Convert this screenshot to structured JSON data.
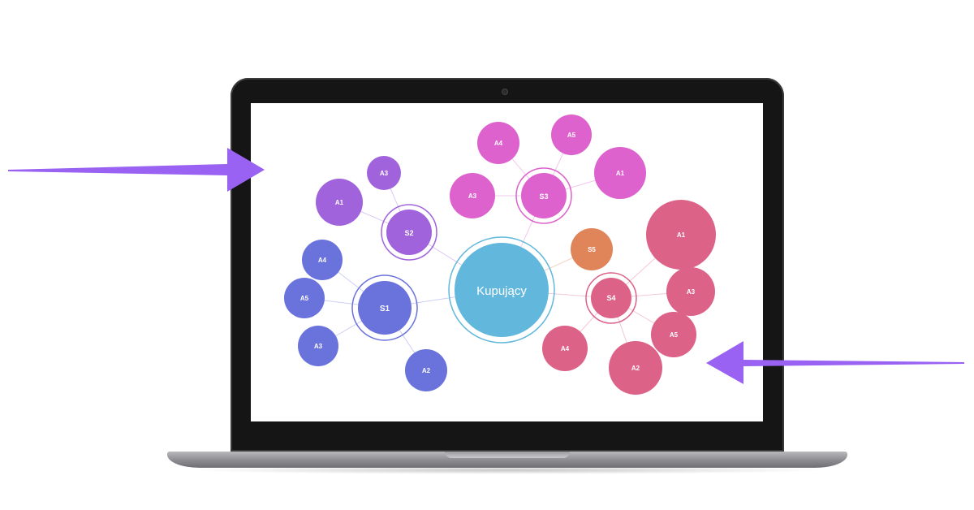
{
  "center": {
    "label": "Kupujący",
    "color": "#62b8dc",
    "ring": "#62b8dc"
  },
  "groups": [
    {
      "id": "S1",
      "label": "S1",
      "color": "#6a72dc",
      "children": [
        {
          "label": "A4"
        },
        {
          "label": "A5"
        },
        {
          "label": "A3"
        },
        {
          "label": "A2"
        }
      ]
    },
    {
      "id": "S2",
      "label": "S2",
      "color": "#a063dc",
      "children": [
        {
          "label": "A3"
        },
        {
          "label": "A1"
        }
      ]
    },
    {
      "id": "S3",
      "label": "S3",
      "color": "#dd62cd",
      "children": [
        {
          "label": "A4"
        },
        {
          "label": "A5"
        },
        {
          "label": "A1"
        },
        {
          "label": "A3"
        }
      ]
    },
    {
      "id": "S4",
      "label": "S4",
      "color": "#dc6288",
      "children": [
        {
          "label": "A1"
        },
        {
          "label": "A3"
        },
        {
          "label": "A5"
        },
        {
          "label": "A2"
        },
        {
          "label": "A4"
        }
      ]
    },
    {
      "id": "S5",
      "label": "S5",
      "color": "#e0855a",
      "children": []
    }
  ],
  "arrows": {
    "color": "#9a62f2",
    "icons": [
      "arrow-right-icon",
      "arrow-left-icon"
    ]
  }
}
